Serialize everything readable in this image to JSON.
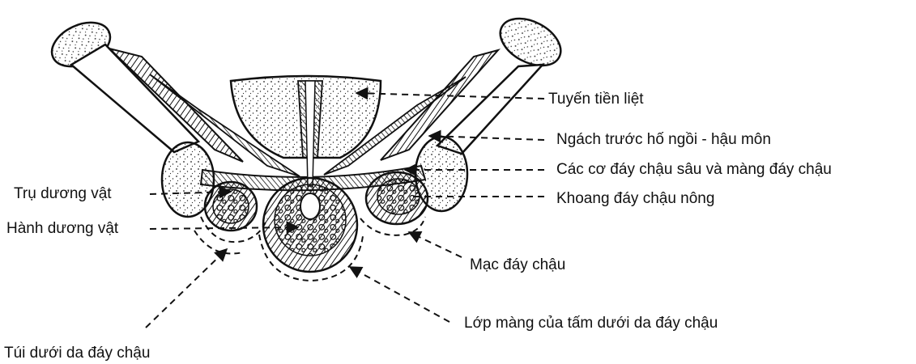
{
  "diagram": {
    "labels": {
      "tuyen_tien_liet": "Tuyến tiền liệt",
      "ngach_truoc": "Ngách trước hố ngồi - hậu môn",
      "cac_co_day_chau": "Các cơ đáy chậu sâu và màng đáy chậu",
      "khoang_day_chau_nong": "Khoang đáy chậu nông",
      "tru_duong_vat": "Trụ dương vật",
      "hanh_duong_vat": "Hành dương vật",
      "mac_day_chau": "Mạc đáy chậu",
      "lop_mang": "Lớp màng của tấm dưới da đáy chậu",
      "tui_duoi_da": "Túi dưới da đáy chậu"
    },
    "colors": {
      "ink": "#111111",
      "paper": "#ffffff"
    }
  }
}
